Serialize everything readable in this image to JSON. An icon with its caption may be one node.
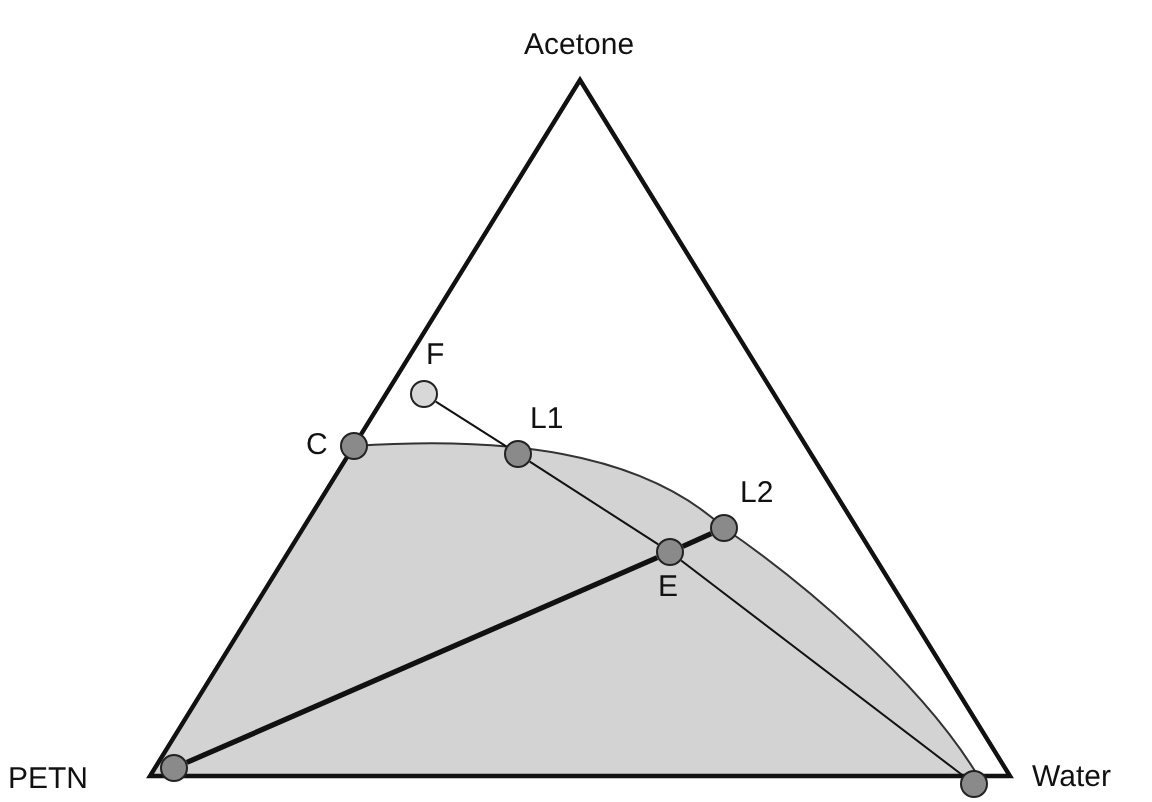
{
  "diagram": {
    "nodes": [
      {
        "text": [
          "F"
        ]
      },
      {
        "text": [
          "C"
        ]
      },
      {
        "text": [
          "L1"
        ]
      },
      {
        "text": [
          "L2"
        ]
      },
      {
        "text": [
          "E"
        ]
      },
      {
        "text": [],
        "shape": "circle"
      },
      {
        "text": [],
        "shape": "circle"
      }
    ],
    "edges": [
      {
        "from": 0,
        "to": 2,
        "arrow": "none"
      },
      {
        "from": 2,
        "to": 4,
        "arrow": "none"
      },
      {
        "from": 4,
        "to": 6,
        "arrow": "none"
      },
      {
        "from": 5,
        "to": 4,
        "arrow": "none",
        "style": "thick"
      },
      {
        "from": 4,
        "to": 3,
        "arrow": "none",
        "style": "thick"
      }
    ],
    "labels": [
      "Acetone",
      "PETN",
      "Water"
    ]
  }
}
